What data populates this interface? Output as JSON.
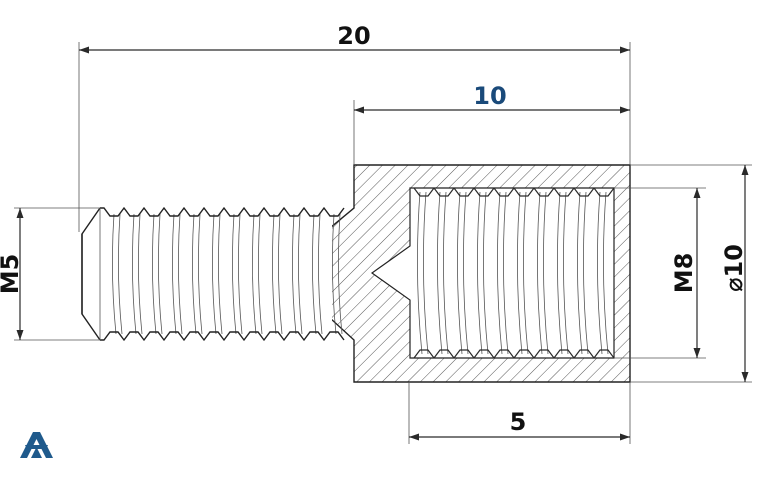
{
  "dimensions": {
    "overall_length": "20",
    "sleeve_length": "10",
    "thread_depth": "5",
    "male_thread": "M5",
    "female_thread": "M8",
    "outer_diameter": "⌀10"
  },
  "colors": {
    "dimension_text": "#111111",
    "highlight_text": "#1a4a7a",
    "logo": "#1f5a8c",
    "line": "#2a2a2a"
  },
  "logo": {
    "icon": "brand-logo-icon"
  }
}
